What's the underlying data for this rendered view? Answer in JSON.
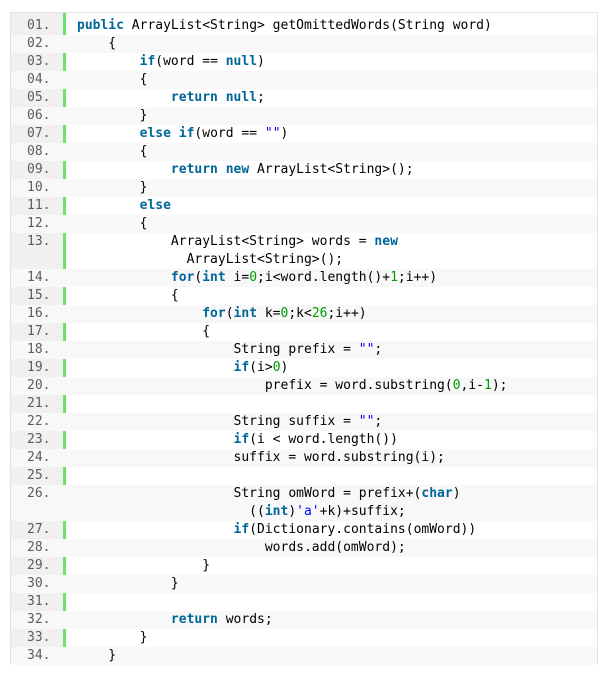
{
  "code_listing": {
    "lines": [
      {
        "num": "01.",
        "text": "public ArrayList<String> getOmittedWords(String word)"
      },
      {
        "num": "02.",
        "text": "    {"
      },
      {
        "num": "03.",
        "text": "        if(word == null)"
      },
      {
        "num": "04.",
        "text": "        {"
      },
      {
        "num": "05.",
        "text": "            return null;"
      },
      {
        "num": "06.",
        "text": "        }"
      },
      {
        "num": "07.",
        "text": "        else if(word == \"\")"
      },
      {
        "num": "08.",
        "text": "        {"
      },
      {
        "num": "09.",
        "text": "            return new ArrayList<String>();"
      },
      {
        "num": "10.",
        "text": "        }"
      },
      {
        "num": "11.",
        "text": "        else"
      },
      {
        "num": "12.",
        "text": "        {"
      },
      {
        "num": "13.",
        "text": "            ArrayList<String> words = new\n              ArrayList<String>();"
      },
      {
        "num": "14.",
        "text": "            for(int i=0;i<word.length()+1;i++)"
      },
      {
        "num": "15.",
        "text": "            {"
      },
      {
        "num": "16.",
        "text": "                for(int k=0;k<26;i++)"
      },
      {
        "num": "17.",
        "text": "                {"
      },
      {
        "num": "18.",
        "text": "                    String prefix = \"\";"
      },
      {
        "num": "19.",
        "text": "                    if(i>0)"
      },
      {
        "num": "20.",
        "text": "                        prefix = word.substring(0,i-1);"
      },
      {
        "num": "21.",
        "text": ""
      },
      {
        "num": "22.",
        "text": "                    String suffix = \"\";"
      },
      {
        "num": "23.",
        "text": "                    if(i < word.length())"
      },
      {
        "num": "24.",
        "text": "                    suffix = word.substring(i);"
      },
      {
        "num": "25.",
        "text": ""
      },
      {
        "num": "26.",
        "text": "                    String omWord = prefix+(char)\n                      ((int)'a'+k)+suffix;"
      },
      {
        "num": "27.",
        "text": "                    if(Dictionary.contains(omWord))"
      },
      {
        "num": "28.",
        "text": "                        words.add(omWord);"
      },
      {
        "num": "29.",
        "text": "                }"
      },
      {
        "num": "30.",
        "text": "            }"
      },
      {
        "num": "31.",
        "text": ""
      },
      {
        "num": "32.",
        "text": "            return words;"
      },
      {
        "num": "33.",
        "text": "        }"
      },
      {
        "num": "34.",
        "text": "    }"
      }
    ]
  },
  "colors": {
    "keyword": "#006699",
    "literal": "#0000ff",
    "number": "#009900",
    "gutter_bar": "#6ce26c",
    "gutter_bg": "#f0f0f0"
  }
}
